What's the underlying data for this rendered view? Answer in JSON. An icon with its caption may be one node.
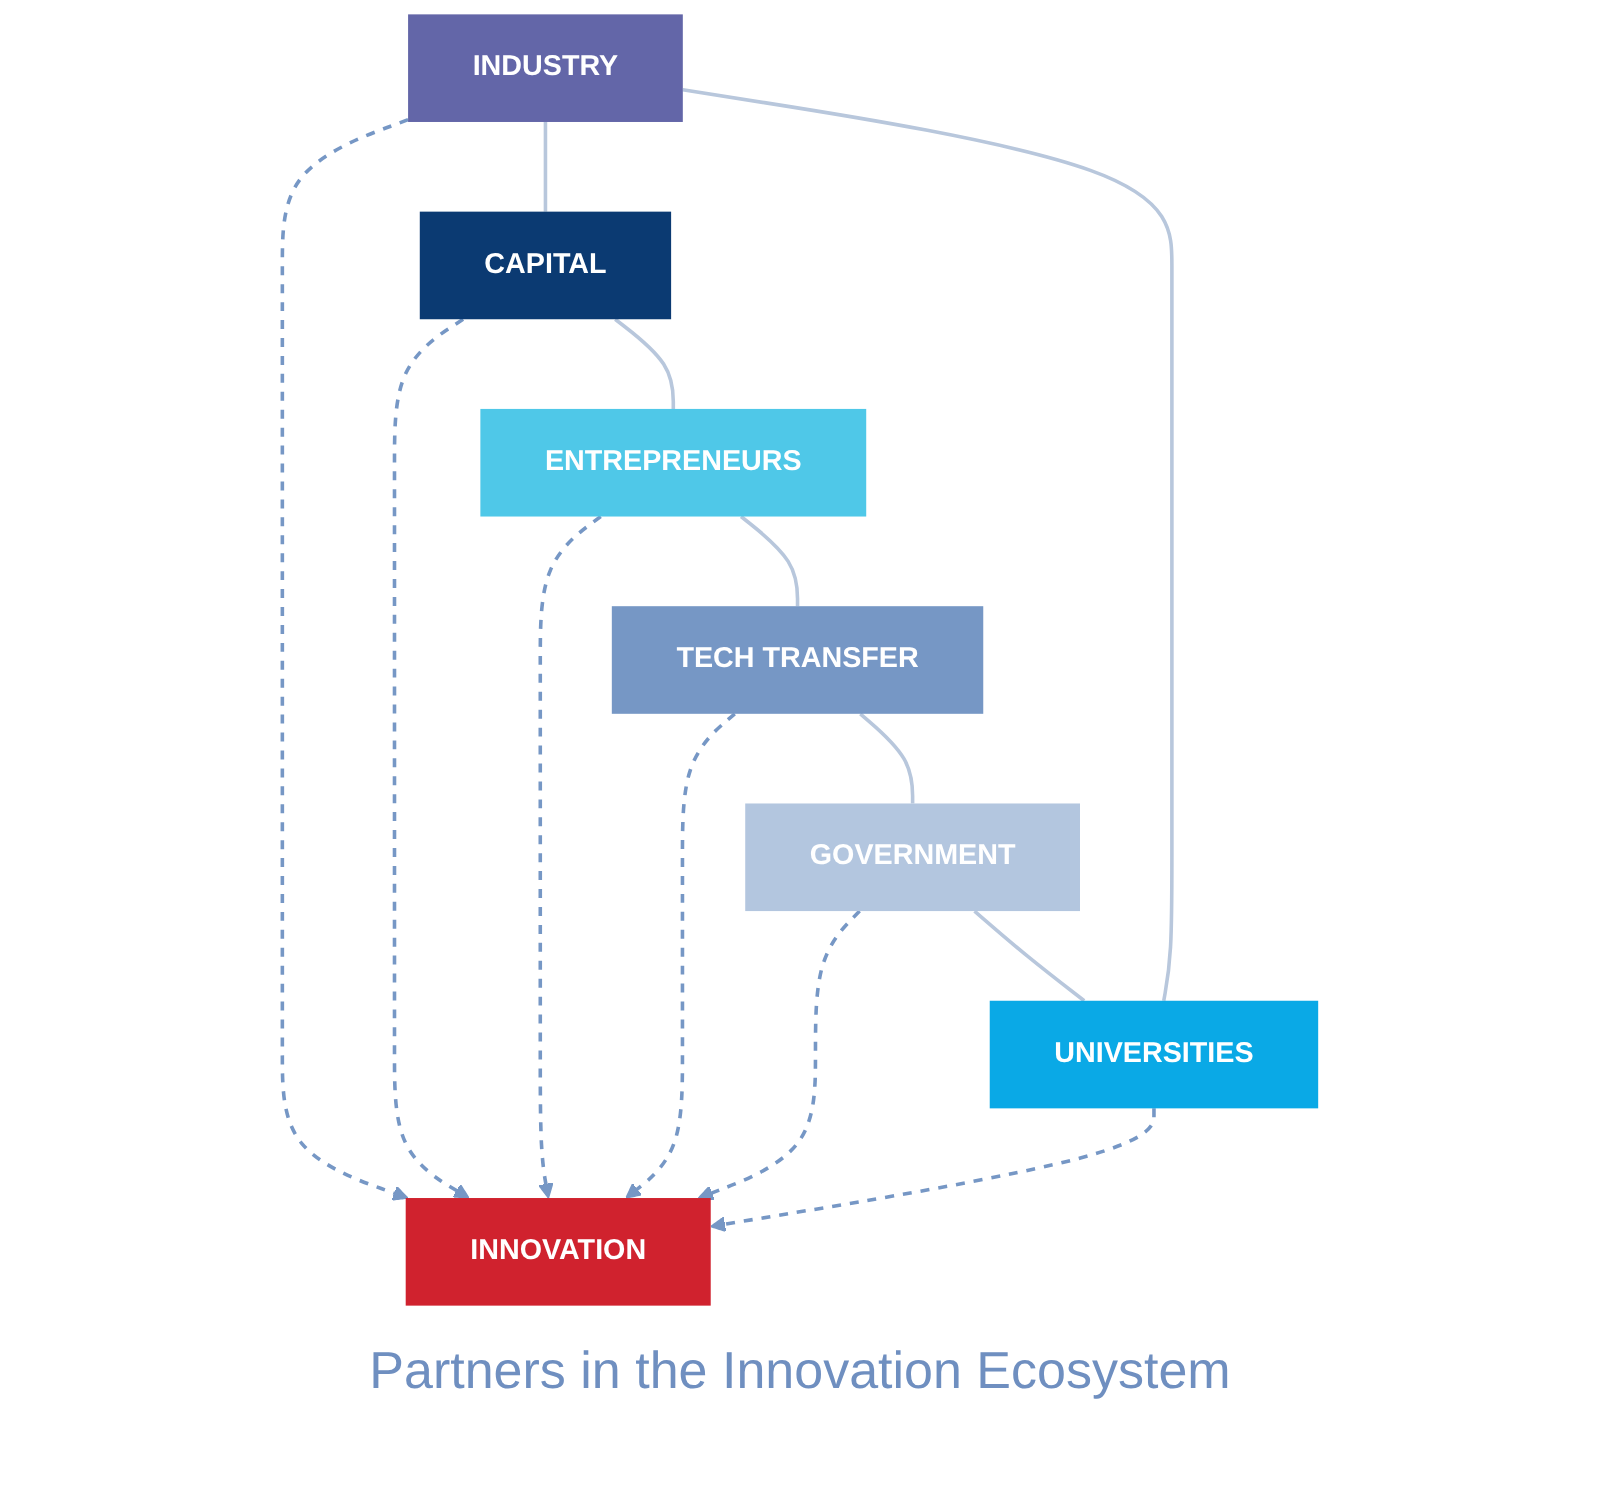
{
  "diagram": {
    "caption": "Partners in the Innovation Ecosystem",
    "nodes": [
      {
        "text": [
          "INDUSTRY"
        ]
      },
      {
        "text": [
          "UNIVERSITIES"
        ]
      },
      {
        "text": [
          "CAPITAL"
        ]
      },
      {
        "text": [
          "INNOVATION"
        ]
      },
      {
        "text": [
          "GOVERNMENT"
        ]
      },
      {
        "text": [
          "ENTREPRENEURS"
        ]
      },
      {
        "text": [
          "TECH TRANSFER"
        ]
      }
    ],
    "edges": [
      {
        "from": 0,
        "to": 3,
        "arrow": "to",
        "style": "dashed",
        "color": "#7697c5"
      },
      {
        "from": 1,
        "to": 3,
        "arrow": "to",
        "style": "dashed",
        "color": "#7697c5"
      },
      {
        "from": 2,
        "to": 3,
        "arrow": "to",
        "style": "dashed",
        "color": "#7697c5"
      },
      {
        "from": 4,
        "to": 3,
        "arrow": "to",
        "style": "dashed",
        "color": "#7697c5"
      },
      {
        "from": 5,
        "to": 3,
        "arrow": "to",
        "style": "dashed",
        "color": "#7697c5"
      },
      {
        "from": 6,
        "to": 3,
        "arrow": "to",
        "style": "dashed",
        "color": "#7697c5"
      },
      {
        "from": 1,
        "to": 0,
        "arrow": "none",
        "color": "#b8c7dc"
      },
      {
        "from": 0,
        "to": 2,
        "arrow": "none",
        "color": "#b8c7dc"
      },
      {
        "from": 2,
        "to": 5,
        "arrow": "none",
        "color": "#b8c7dc"
      },
      {
        "from": 5,
        "to": 6,
        "arrow": "none",
        "color": "#b8c7dc"
      },
      {
        "from": 6,
        "to": 4,
        "arrow": "none",
        "color": "#b8c7dc"
      },
      {
        "from": 4,
        "to": 1,
        "arrow": "none",
        "color": "#b8c7dc"
      }
    ]
  }
}
